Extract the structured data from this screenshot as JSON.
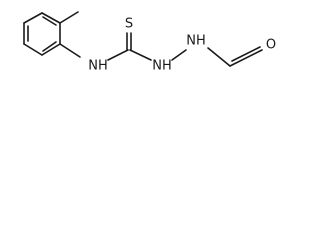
{
  "molecule": {
    "atom_labels": {
      "sulfur": "S",
      "nh_aryl": "NH",
      "nh_left": "NH",
      "nh_right": "NH",
      "oxygen": "O"
    },
    "bond_color": "#1a1a1a"
  }
}
